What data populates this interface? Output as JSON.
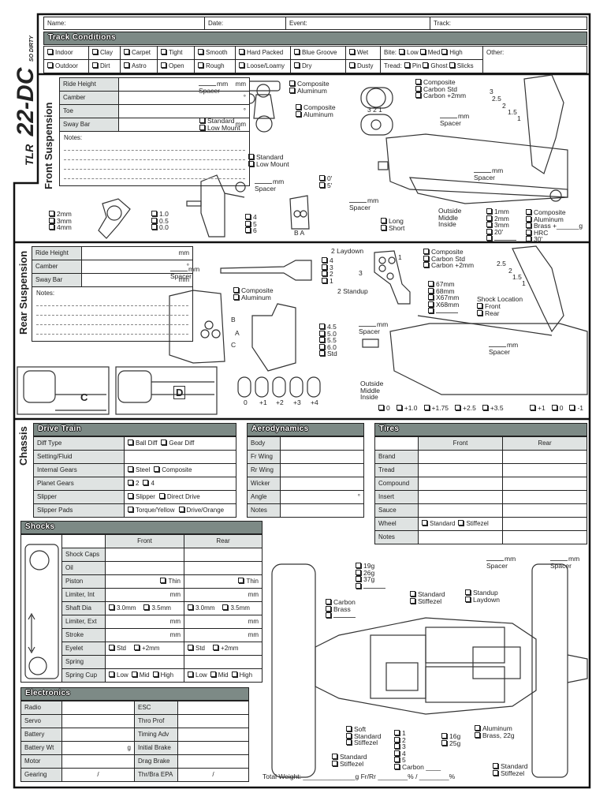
{
  "logo": {
    "brand": "TLR",
    "model": "22-DC",
    "sub": "SO DIRTY"
  },
  "header": {
    "name": "Name:",
    "date": "Date:",
    "event": "Event:",
    "track": "Track:"
  },
  "track_conditions": {
    "title": "Track Conditions",
    "row1": [
      "Indoor",
      "Clay",
      "Carpet",
      "Tight",
      "Smooth",
      "Hard Packed",
      "Blue Groove",
      "Wet"
    ],
    "row2": [
      "Outdoor",
      "Dirt",
      "Astro",
      "Open",
      "Rough",
      "Loose/Loamy",
      "Dry",
      "Dusty"
    ],
    "bite_label": "Bite:",
    "bite_opts": [
      "Low",
      "Med",
      "High"
    ],
    "tread_label": "Tread:",
    "tread_opts": [
      "Pin",
      "Ghost",
      "Slicks"
    ],
    "other_label": "Other:"
  },
  "front_suspension": {
    "title": "Front Suspension",
    "rows": [
      {
        "label": "Ride Height",
        "unit": "mm"
      },
      {
        "label": "Camber",
        "unit": "°"
      },
      {
        "label": "Toe",
        "unit": "°"
      },
      {
        "label": "Sway Bar",
        "unit": "mm"
      }
    ],
    "notes": "Notes:",
    "labels": [
      {
        "lines": [
          "mm",
          "Spacer"
        ],
        "blank": true
      },
      {
        "lines": [
          "Composite",
          "Aluminum"
        ],
        "cb": true
      },
      {
        "lines": [
          "Composite",
          "Aluminum"
        ],
        "cb": true
      },
      {
        "lines": [
          "Standard",
          "Low Mount"
        ],
        "cb": true
      },
      {
        "lines": [
          "Standard",
          "Low Mount"
        ],
        "cb": true
      },
      {
        "lines": [
          "mm",
          "Spacer"
        ],
        "blank": true
      },
      {
        "lines": [
          "0'",
          "5'"
        ],
        "cb": true
      },
      {
        "lines": [
          "2mm",
          "3mm",
          "4mm"
        ],
        "cb": true
      },
      {
        "lines": [
          "1.0",
          "0.5",
          "0.0"
        ],
        "cb": true
      },
      {
        "lines": [
          "4",
          "5",
          "6"
        ],
        "cb": true
      },
      {
        "lines": [
          "B A"
        ]
      },
      {
        "lines": [
          "3 2 1"
        ]
      },
      {
        "lines": [
          "Composite",
          "Carbon Std",
          "Carbon +2mm"
        ],
        "cb": true
      },
      {
        "lines": [
          "3"
        ]
      },
      {
        "lines": [
          "2.5"
        ]
      },
      {
        "lines": [
          "2"
        ]
      },
      {
        "lines": [
          "1.5"
        ]
      },
      {
        "lines": [
          "1"
        ]
      },
      {
        "lines": [
          "mm",
          "Spacer"
        ],
        "blank": true
      },
      {
        "lines": [
          "mm",
          "Spacer"
        ],
        "blank": true
      },
      {
        "lines": [
          "mm",
          "Spacer"
        ],
        "blank": true
      },
      {
        "lines": [
          "Long",
          "Short"
        ],
        "cb": true
      },
      {
        "lines": [
          "Outside",
          "Middle",
          "Inside"
        ]
      },
      {
        "lines": [
          "1mm",
          "2mm",
          "3mm",
          "20'",
          ""
        ],
        "cb": true
      },
      {
        "lines": [
          "Composite",
          "Aluminum",
          "Brass +______g",
          "HRC",
          "30'"
        ],
        "cb": true
      }
    ]
  },
  "rear_suspension": {
    "title": "Rear Suspension",
    "rows": [
      {
        "label": "Ride Height",
        "unit": "mm"
      },
      {
        "label": "Camber",
        "unit": "°"
      },
      {
        "label": "Sway Bar",
        "unit": "mm"
      }
    ],
    "notes": "Notes:",
    "pad_c": "C",
    "pad_d": "D",
    "labels": [
      {
        "lines": [
          "mm",
          "Spacer"
        ],
        "blank": true
      },
      {
        "lines": [
          "4",
          "3",
          "2",
          "1"
        ],
        "cb": true
      },
      {
        "lines": [
          "2 Laydown"
        ]
      },
      {
        "lines": [
          "1"
        ]
      },
      {
        "lines": [
          "3"
        ]
      },
      {
        "lines": [
          "2 Standup"
        ]
      },
      {
        "lines": [
          "Composite",
          "Aluminum"
        ],
        "cb": true
      },
      {
        "lines": [
          "B"
        ]
      },
      {
        "lines": [
          "A"
        ]
      },
      {
        "lines": [
          "C"
        ]
      },
      {
        "lines": [
          "4.5",
          "5.0",
          "5.5",
          "6.0",
          "Std"
        ],
        "cb": true
      },
      {
        "lines": [
          "0"
        ]
      },
      {
        "lines": [
          "+1"
        ]
      },
      {
        "lines": [
          "+2"
        ]
      },
      {
        "lines": [
          "+3"
        ]
      },
      {
        "lines": [
          "+4"
        ]
      },
      {
        "lines": [
          "Composite",
          "Carbon Std",
          "Carbon +2mm"
        ],
        "cb": true
      },
      {
        "lines": [
          "2.5"
        ]
      },
      {
        "lines": [
          "2"
        ]
      },
      {
        "lines": [
          "1.5"
        ]
      },
      {
        "lines": [
          "1"
        ]
      },
      {
        "lines": [
          "67mm",
          "68mm",
          "X67mm",
          "X68mm",
          ""
        ],
        "cb": true
      },
      {
        "lines": [
          "Shock Location"
        ]
      },
      {
        "lines": [
          "Front",
          "Rear"
        ],
        "cb": true
      },
      {
        "lines": [
          "mm",
          "Spacer"
        ],
        "blank": true
      },
      {
        "lines": [
          "mm",
          "Spacer"
        ],
        "blank": true
      },
      {
        "lines": [
          "Outside",
          "Middle",
          "Inside"
        ]
      },
      {
        "inline": [
          "0",
          "+1.0",
          "+1.75",
          "+2.5",
          "+3.5"
        ]
      },
      {
        "inline": [
          "+1",
          "0",
          "-1"
        ]
      }
    ]
  },
  "chassis": {
    "title": "Chassis",
    "drive_train": {
      "title": "Drive Train",
      "rows": [
        {
          "label": "Diff Type",
          "value": [
            "Ball Diff",
            "Gear Diff"
          ]
        },
        {
          "label": "Setting/Fluid",
          "value": []
        },
        {
          "label": "Internal Gears",
          "value": [
            "Steel",
            "Composite"
          ]
        },
        {
          "label": "Planet Gears",
          "value": [
            "2",
            "4"
          ]
        },
        {
          "label": "Slipper",
          "value": [
            "Slipper",
            "Direct Drive"
          ]
        },
        {
          "label": "Slipper Pads",
          "value": [
            "Torque/Yellow",
            "Drive/Orange"
          ]
        }
      ]
    },
    "aerodynamics": {
      "title": "Aerodynamics",
      "rows": [
        {
          "label": "Body",
          "unit": ""
        },
        {
          "label": "Fr Wing",
          "unit": ""
        },
        {
          "label": "Rr Wing",
          "unit": ""
        },
        {
          "label": "Wicker",
          "unit": ""
        },
        {
          "label": "Angle",
          "unit": "°"
        },
        {
          "label": "Notes",
          "unit": ""
        }
      ]
    },
    "tires": {
      "title": "Tires",
      "columns": [
        "Front",
        "Rear"
      ],
      "rows": [
        {
          "label": "Brand"
        },
        {
          "label": "Tread"
        },
        {
          "label": "Compound"
        },
        {
          "label": "Insert"
        },
        {
          "label": "Sauce"
        },
        {
          "label": "Wheel",
          "front": [
            "Standard",
            "Stiffezel"
          ]
        },
        {
          "label": "Notes"
        }
      ]
    },
    "labels": [
      {
        "lines": [
          "19g",
          "26g",
          "37g",
          ""
        ],
        "cb": true
      },
      {
        "lines": [
          "Carbon",
          "Brass",
          ""
        ],
        "cb": true
      },
      {
        "lines": [
          "Standard",
          "Stiffezel"
        ],
        "cb": true
      },
      {
        "lines": [
          "Standup",
          "Laydown"
        ],
        "cb": true
      },
      {
        "lines": [
          "mm",
          "Spacer"
        ],
        "blank": true
      },
      {
        "lines": [
          "mm",
          "Spacer"
        ],
        "blank": true
      },
      {
        "lines": [
          "Soft",
          "Standard",
          "Stiffezel"
        ],
        "cb": true
      },
      {
        "lines": [
          "1",
          "2",
          "3",
          "4",
          "5",
          "Carbon ____"
        ],
        "cb": true
      },
      {
        "lines": [
          "16g",
          "25g"
        ],
        "cb": true
      },
      {
        "lines": [
          "Aluminum",
          "Brass, 22g"
        ],
        "cb": true
      },
      {
        "lines": [
          "Standard",
          "Stiffezel"
        ],
        "cb": true
      },
      {
        "lines": [
          "Standard",
          "Stiffezel"
        ],
        "cb": true
      },
      {
        "lines": [
          "Total Weight: ______________g    Fr/Rr ________% / ________%"
        ]
      }
    ]
  },
  "shocks": {
    "title": "Shocks",
    "columns": [
      "Front",
      "Rear"
    ],
    "rows": [
      {
        "label": "Shock Caps",
        "front": "",
        "rear": ""
      },
      {
        "label": "Oil",
        "front": "",
        "rear": ""
      },
      {
        "label": "Piston",
        "front": "Thin",
        "rear": "Thin",
        "cb": true,
        "align": "right"
      },
      {
        "label": "Limiter, Int",
        "front": "mm",
        "rear": "mm",
        "align": "right"
      },
      {
        "label": "Shaft Dia",
        "front": [
          "3.0mm",
          "3.5mm"
        ],
        "rear": [
          "3.0mm",
          "3.5mm"
        ]
      },
      {
        "label": "Limiter, Ext",
        "front": "mm",
        "rear": "mm",
        "align": "right"
      },
      {
        "label": "Stroke",
        "front": "mm",
        "rear": "mm",
        "align": "right"
      },
      {
        "label": "Eyelet",
        "front": [
          "Std",
          "+2mm"
        ],
        "rear": [
          "Std",
          "+2mm"
        ]
      },
      {
        "label": "Spring",
        "front": "",
        "rear": ""
      },
      {
        "label": "Spring Cup",
        "front": [
          "Low",
          "Mid",
          "High"
        ],
        "rear": [
          "Low",
          "Mid",
          "High"
        ]
      }
    ]
  },
  "electronics": {
    "title": "Electronics",
    "rows": [
      {
        "l1": "Radio",
        "v1": "",
        "l2": "ESC",
        "v2": ""
      },
      {
        "l1": "Servo",
        "v1": "",
        "l2": "Thro Prof",
        "v2": ""
      },
      {
        "l1": "Battery",
        "v1": "",
        "l2": "Timing Adv",
        "v2": ""
      },
      {
        "l1": "Battery Wt",
        "v1": "g",
        "l2": "Initial Brake",
        "v2": ""
      },
      {
        "l1": "Motor",
        "v1": "",
        "l2": "Drag Brake",
        "v2": ""
      },
      {
        "l1": "Gearing",
        "v1": "/",
        "l2": "Thr/Bra EPA",
        "v2": "/"
      }
    ]
  }
}
